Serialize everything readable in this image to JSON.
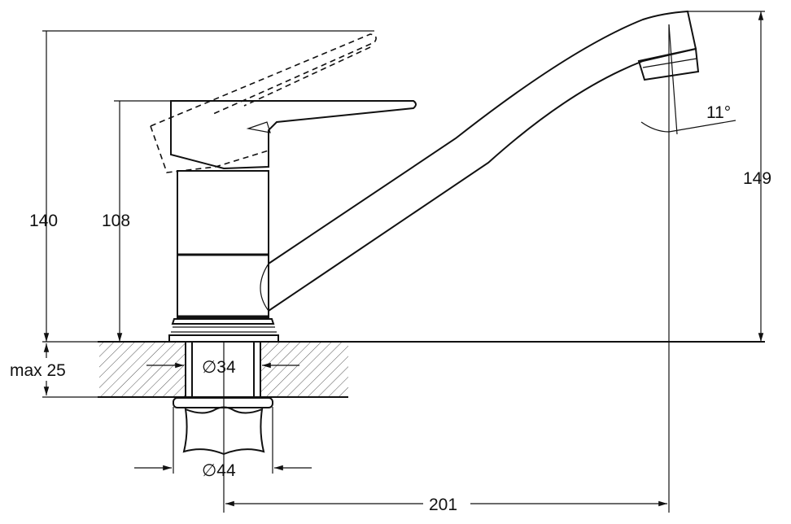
{
  "drawing": {
    "dimensions": {
      "total_height": "140",
      "lever_height": "108",
      "spout_height": "149",
      "spout_angle": "11°",
      "countertop_thickness": "max 25",
      "hole_diameter": "∅34",
      "nut_diameter": "∅44",
      "spout_reach": "201"
    }
  }
}
